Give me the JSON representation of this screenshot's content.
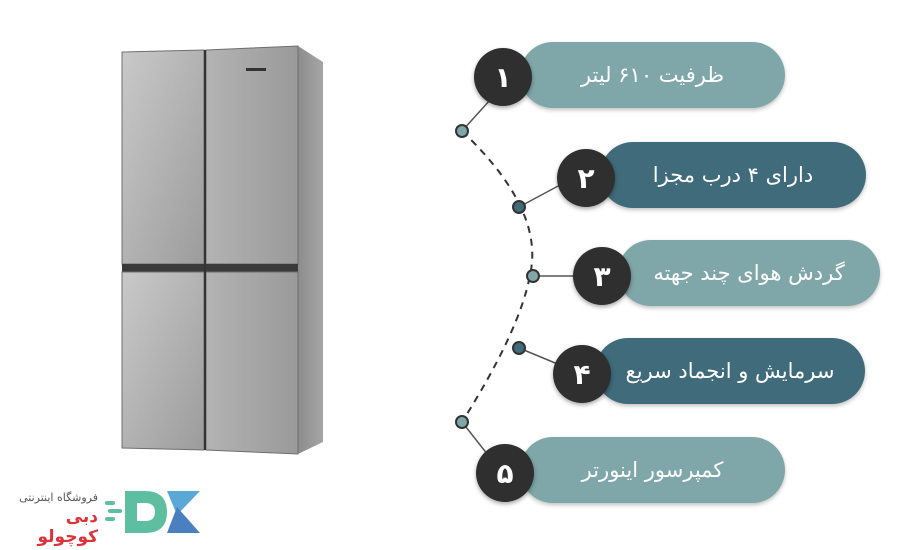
{
  "product": {
    "image_alt": "four-door stainless steel refrigerator"
  },
  "features": [
    {
      "number": "۱",
      "label": "ظرفیت ۶۱۰ لیتر",
      "color": "#7fa6a8"
    },
    {
      "number": "۲",
      "label": "دارای ۴ درب مجزا",
      "color": "#3f6b7a"
    },
    {
      "number": "۳",
      "label": "گردش هوای چند جهته",
      "color": "#7fa6a8"
    },
    {
      "number": "۴",
      "label": "سرمایش و انجماد سریع",
      "color": "#3f6b7a"
    },
    {
      "number": "۵",
      "label": "کمپرسور اینورتر",
      "color": "#7fa6a8"
    }
  ],
  "logo": {
    "tagline": "فروشگاه اینترنتی",
    "name": "دبی کوچولو",
    "name_color": "#e0303a",
    "mark_d_color": "#5dbfa0",
    "mark_k_color": "#4a90c8"
  }
}
